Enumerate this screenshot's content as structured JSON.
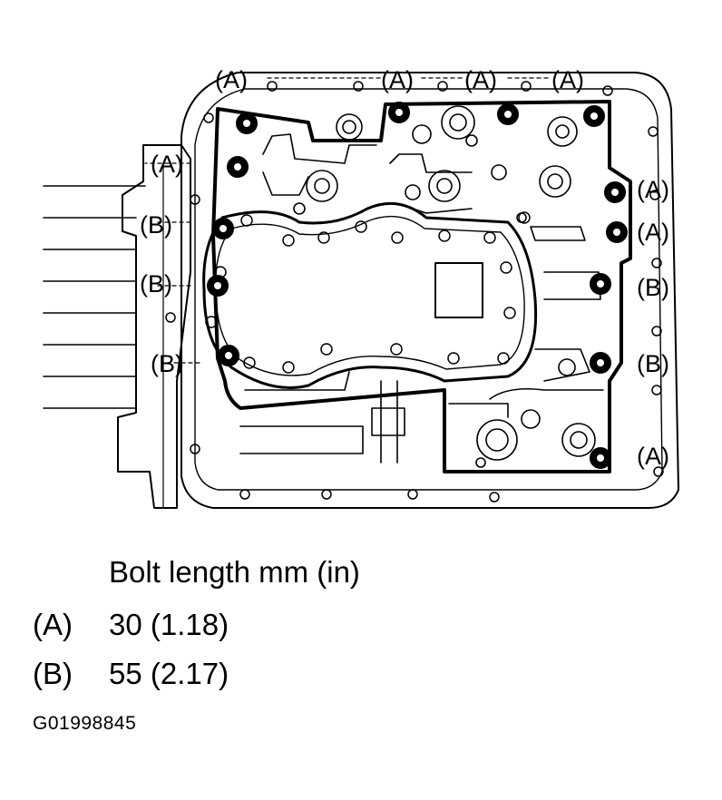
{
  "callouts": {
    "top": [
      "A",
      "A",
      "A",
      "A"
    ],
    "left": [
      "A",
      "B",
      "B",
      "B"
    ],
    "right": [
      "A",
      "A",
      "B",
      "B",
      "A"
    ]
  },
  "legend": {
    "title": "Bolt length mm (in)",
    "rows": [
      {
        "key": "(A)",
        "value": "30 (1.18)"
      },
      {
        "key": "(B)",
        "value": "55 (2.17)"
      }
    ]
  },
  "figure_id": "G01998845"
}
